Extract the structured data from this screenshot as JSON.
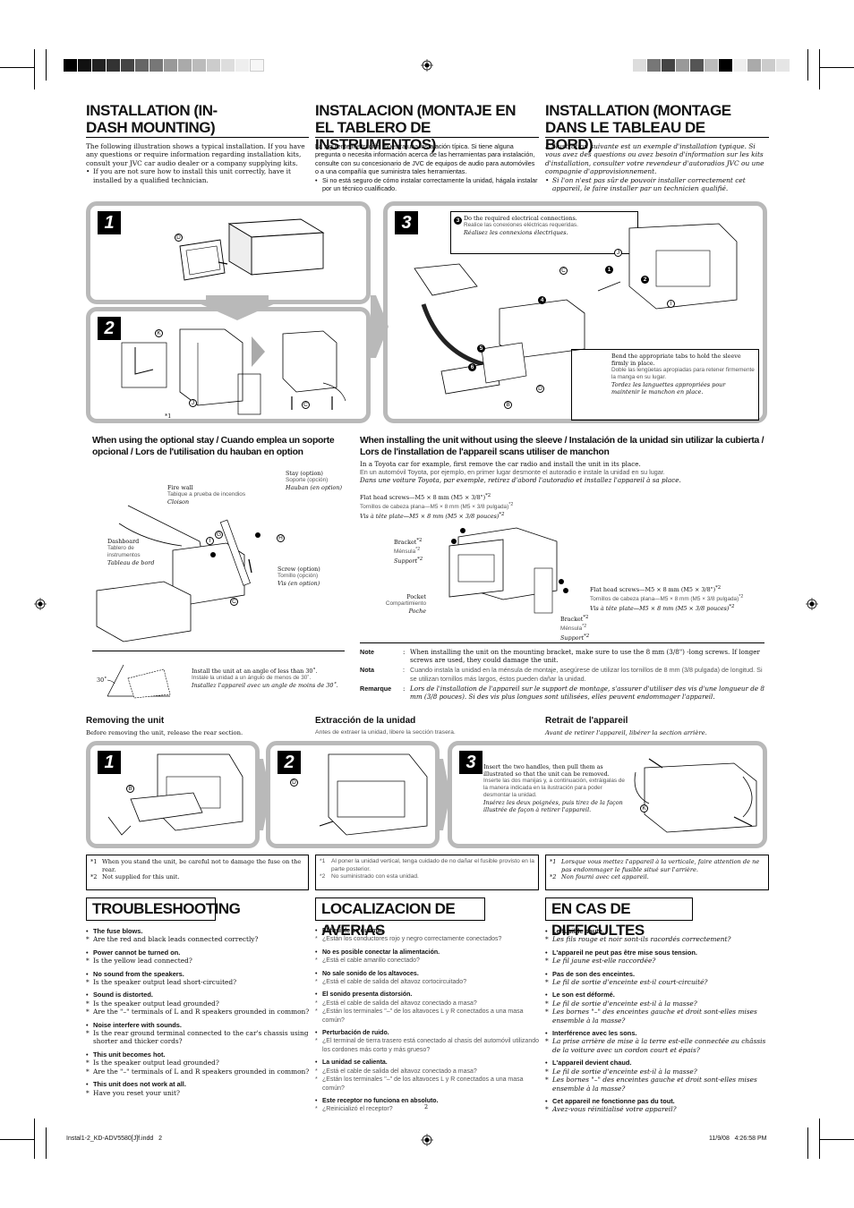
{
  "headings": {
    "en": "INSTALLATION (IN-DASH MOUNTING)",
    "es": "INSTALACION (MONTAJE EN EL TABLERO DE INSTRUMENTOS)",
    "fr": "INSTALLATION (MONTAGE DANS LE TABLEAU DE BORD)"
  },
  "intro": {
    "en": "The following illustration shows a typical installation. If you have any questions or require information regarding installation kits, consult your JVC car audio dealer or a company supplying kits.",
    "en_bullet": "If you are not sure how to install this unit correctly, have it installed by a qualified technician.",
    "es": "La siguiente ilustración muestra una instalación típica. Si tiene alguna pregunta o necesita información acerca de las herramientas para instalación, consulte con su concesionario de JVC de equipos de audio para automóviles o a una compañía que suministra tales herramientas.",
    "es_bullet": "Si no está seguro de cómo instalar correctamente la unidad, hágala instalar por un técnico cualificado.",
    "fr": "L'illustration suivante est un exemple d'installation typique. Si vous avez des questions ou avez besoin d'information sur les kits d'installation, consulter votre revendeur d'autoradios JVC ou une compagnie d'approvisionnement.",
    "fr_bullet": "Si l'on n'est pas sûr de pouvoir installer correctement cet appareil, le faire installer par un technicien qualifié."
  },
  "steps": {
    "s1": "1",
    "s2": "2",
    "s3": "3",
    "s3_note_en": "Do the required electrical connections.",
    "s3_note_es": "Realice las conexiones eléctricas requeridas.",
    "s3_note_fr": "Réalisez les connexions électriques.",
    "tabs_en": "Bend the appropriate tabs to hold the sleeve firmly in place.",
    "tabs_es": "Doble las lengüetas apropiadas para retener firmemente la manga en su lugar.",
    "tabs_fr": "Tordez les languettes appropriées pour maintenir le manchon en place."
  },
  "labels": {
    "D": "D",
    "K": "K",
    "C": "C",
    "J": "J",
    "I": "I",
    "B": "B",
    "G": "G",
    "H": "H",
    "n1": "1",
    "n2": "2",
    "n3": "3",
    "n4": "4",
    "n5": "5",
    "n6": "6",
    "star1": "*1",
    "star2": "*2"
  },
  "stay": {
    "title": "When using the optional stay / Cuando emplea un soporte opcional / Lors de l'utilisation du hauban en option",
    "firewall_en": "Fire wall",
    "firewall_es": "Tabique a prueba de incendios",
    "firewall_fr": "Cloison",
    "stay_en": "Stay (option)",
    "stay_es": "Soporte (opción)",
    "stay_fr": "Hauban (en option)",
    "dash_en": "Dashboard",
    "dash_es": "Tablero de instrumentos",
    "dash_fr": "Tableau de bord",
    "screw_en": "Screw (option)",
    "screw_es": "Tornillo (opción)",
    "screw_fr": "Vis (en option)",
    "angle_en": "Install the unit at an angle of less than 30˚.",
    "angle_es": "Instale la unidad a un ángulo de menos de 30˚.",
    "angle_fr": "Installez l'appareil avec un angle de moins de 30˚.",
    "angle_value": "30˚"
  },
  "sleeve": {
    "title": "When installing the unit without using the sleeve / Instalación de la unidad sin utilizar la cubierta / Lors de l'installation de l'appareil scans utiliser de manchon",
    "intro_en": "In a Toyota car for example, first remove the car radio and install the unit in its place.",
    "intro_es": "En un automóvil Toyota, por ejemplo, en primer lugar desmonte el autoradio e instale la unidad en su lugar.",
    "intro_fr": "Dans une voiture Toyota, par exemple, retirez d'abord l'autoradio et installez l'appareil à sa place.",
    "fhs_en": "Flat head screws—M5 × 8 mm (M5 × 3/8\")",
    "fhs_es": "Tornillos de cabeza plana—M5 × 8 mm (M5 × 3/8 pulgada)",
    "fhs_fr": "Vis à tête plate—M5 × 8 mm (M5 × 3/8 pouces)",
    "bracket_en": "Bracket",
    "bracket_es": "Ménsula",
    "bracket_fr": "Support",
    "pocket_en": "Pocket",
    "pocket_es": "Compartimiento",
    "pocket_fr": "Poche"
  },
  "notes": {
    "note_label": "Note",
    "nota_label": "Nota",
    "rem_label": "Remarque",
    "colon": ":",
    "note": "When installing the unit on the mounting bracket, make sure to use the 8 mm (3/8\") -long screws. If longer screws are used, they could damage the unit.",
    "nota": "Cuando instala la unidad en la ménsula de montaje, asegúrese de utilizar los tornillos de 8 mm (3/8 pulgada) de longitud. Si se utilizan tornillos más largos, éstos pueden dañar la unidad.",
    "rem": "Lors de l'installation de l'appareil sur le support de montage, s'assurer d'utiliser des vis d'une longueur de 8 mm (3/8 pouces). Si des vis plus longues sont utilisées, elles peuvent endommager l'appareil."
  },
  "removing": {
    "en_title": "Removing the unit",
    "en_text": "Before removing the unit, release the rear section.",
    "es_title": "Extracción de la unidad",
    "es_text": "Antes de extraer la unidad, libere la sección trasera.",
    "fr_title": "Retrait de l'appareil",
    "fr_text": "Avant de retirer l'appareil, libérer la section arrière.",
    "s3_en": "Insert the two handles, then pull them as illustrated so that the unit can be removed.",
    "s3_es": "Inserte las dos manijas y, a continuación, extráigalas de la manera indicada en la ilustración para poder desmontar la unidad.",
    "s3_fr": "Insérez les deux poignées, puis tirez de la façon illustrée de façon à retirer l'appareil."
  },
  "footnotes": {
    "en1": "When you stand the unit, be careful not to damage the fuse on the rear.",
    "en2": "Not supplied for this unit.",
    "es1": "Al poner la unidad vertical, tenga cuidado de no dañar el fusible provisto en la parte posterior.",
    "es2": "No suministrado con esta unidad.",
    "fr1": "Lorsque vous mettez l'appareil à la verticale, faire attention de ne pas endommager le fusible situé sur l'arrière.",
    "fr2": "Non fourni avec cet appareil."
  },
  "troubleshoot": {
    "en_title": "TROUBLESHOOTING",
    "es_title": "LOCALIZACION DE AVERIAS",
    "fr_title": "EN CAS DE DIFFICULTES",
    "en": [
      {
        "q": "The fuse blows.",
        "a": [
          "Are the red and black leads connected correctly?"
        ]
      },
      {
        "q": "Power cannot be turned on.",
        "a": [
          "Is the yellow lead connected?"
        ]
      },
      {
        "q": "No sound from the speakers.",
        "a": [
          "Is the speaker output lead short-circuited?"
        ]
      },
      {
        "q": "Sound is distorted.",
        "a": [
          "Is the speaker output lead grounded?",
          "Are the \"–\" terminals of L and R speakers grounded in common?"
        ]
      },
      {
        "q": "Noise interfere with sounds.",
        "a": [
          "Is the rear ground terminal connected to the car's chassis using shorter and thicker cords?"
        ]
      },
      {
        "q": "This unit becomes hot.",
        "a": [
          "Is the speaker output lead grounded?",
          "Are the \"–\" terminals of L and R speakers grounded in common?"
        ]
      },
      {
        "q": "This unit does not work at all.",
        "a": [
          "Have you reset your unit?"
        ]
      }
    ],
    "es": [
      {
        "q": "El fusible se quema.",
        "a": [
          "¿Están los conductores rojo y negro correctamente conectados?"
        ]
      },
      {
        "q": "No es posible conectar la alimentación.",
        "a": [
          "¿Está el cable amarillo conectado?"
        ]
      },
      {
        "q": "No sale sonido de los altavoces.",
        "a": [
          "¿Está el cable de salida del altavoz cortocircuitado?"
        ]
      },
      {
        "q": "El sonido presenta distorsión.",
        "a": [
          "¿Está el cable de salida del altavoz conectado a masa?",
          "¿Están los terminales \"–\" de los altavoces L y R conectados a una masa común?"
        ]
      },
      {
        "q": "Perturbación de ruido.",
        "a": [
          "¿El terminal de tierra trasero está conectado al chasis del automóvil utilizando los cordones más corto y más grueso?"
        ]
      },
      {
        "q": "La unidad se calienta.",
        "a": [
          "¿Está el cable de salida del altavoz conectado a masa?",
          "¿Están los terminales \"–\" de los altavoces L y R conectados a una masa común?"
        ]
      },
      {
        "q": "Este receptor no funciona en absoluto.",
        "a": [
          "¿Reinicializó el receptor?"
        ]
      }
    ],
    "fr": [
      {
        "q": "Le fusible saute.",
        "a": [
          "Les fils rouge et noir sont-ils racordés correctement?"
        ]
      },
      {
        "q": "L'appareil ne peut pas être mise sous tension.",
        "a": [
          "Le fil jaune est-elle raccordée?"
        ]
      },
      {
        "q": "Pas de son des enceintes.",
        "a": [
          "Le fil de sortie d'enceinte est-il court-circuité?"
        ]
      },
      {
        "q": "Le son est déformé.",
        "a": [
          "Le fil de sortie d'enceinte est-il à la masse?",
          "Les bornes \"–\" des enceintes gauche et droit sont-elles mises ensemble à la masse?"
        ]
      },
      {
        "q": "Interférence avec les sons.",
        "a": [
          "La prise arrière de mise à la terre est-elle connectée au châssis de la voiture avec un cordon court et épais?"
        ]
      },
      {
        "q": "L'appareil devient chaud.",
        "a": [
          "Le fil de sortie d'enceinte est-il à la masse?",
          "Les bornes \"–\" des enceintes gauche et droit sont-elles mises ensemble à la masse?"
        ]
      },
      {
        "q": "Cet appareil ne fonctionne pas du tout.",
        "a": [
          "Avez-vous réinitialisé votre appareil?"
        ]
      }
    ]
  },
  "page_number": "2",
  "footer": {
    "file": "Instal1-2_KD-ADV5580[J]f.indd   2",
    "date": "11/9/08   4:26:58 PM"
  }
}
